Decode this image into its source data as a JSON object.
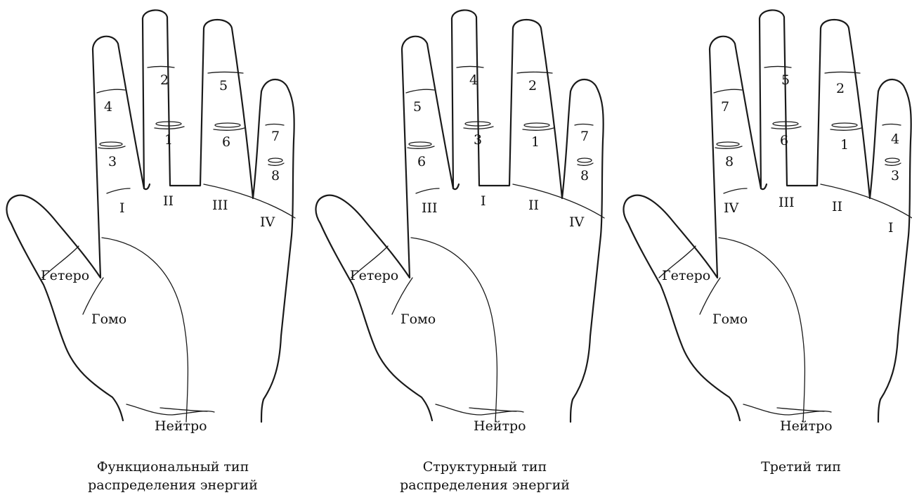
{
  "hands": [
    {
      "finger_labels": [
        "I",
        "II",
        "III",
        "IV"
      ],
      "segment_labels": [
        "4",
        "2",
        "5",
        "3",
        "1",
        "6",
        "7",
        "8"
      ],
      "zone_labels": {
        "hetero": "Гетеро",
        "homo": "Гомо",
        "neutro": "Нейтро"
      },
      "caption_line1": "Функциональный тип",
      "caption_line2": "распределения энергий"
    },
    {
      "finger_labels": [
        "III",
        "I",
        "II",
        "IV"
      ],
      "segment_labels": [
        "5",
        "4",
        "2",
        "6",
        "3",
        "1",
        "7",
        "8"
      ],
      "zone_labels": {
        "hetero": "Гетеро",
        "homo": "Гомо",
        "neutro": "Нейтро"
      },
      "caption_line1": "Структурный тип",
      "caption_line2": "распределения энергий"
    },
    {
      "finger_labels": [
        "IV",
        "III",
        "II",
        "I"
      ],
      "segment_labels": [
        "7",
        "5",
        "2",
        "8",
        "6",
        "1",
        "4",
        "3"
      ],
      "zone_labels": {
        "hetero": "Гетеро",
        "homo": "Гомо",
        "neutro": "Нейтро"
      },
      "caption_line1": "Третий тип",
      "caption_line2": ""
    }
  ]
}
